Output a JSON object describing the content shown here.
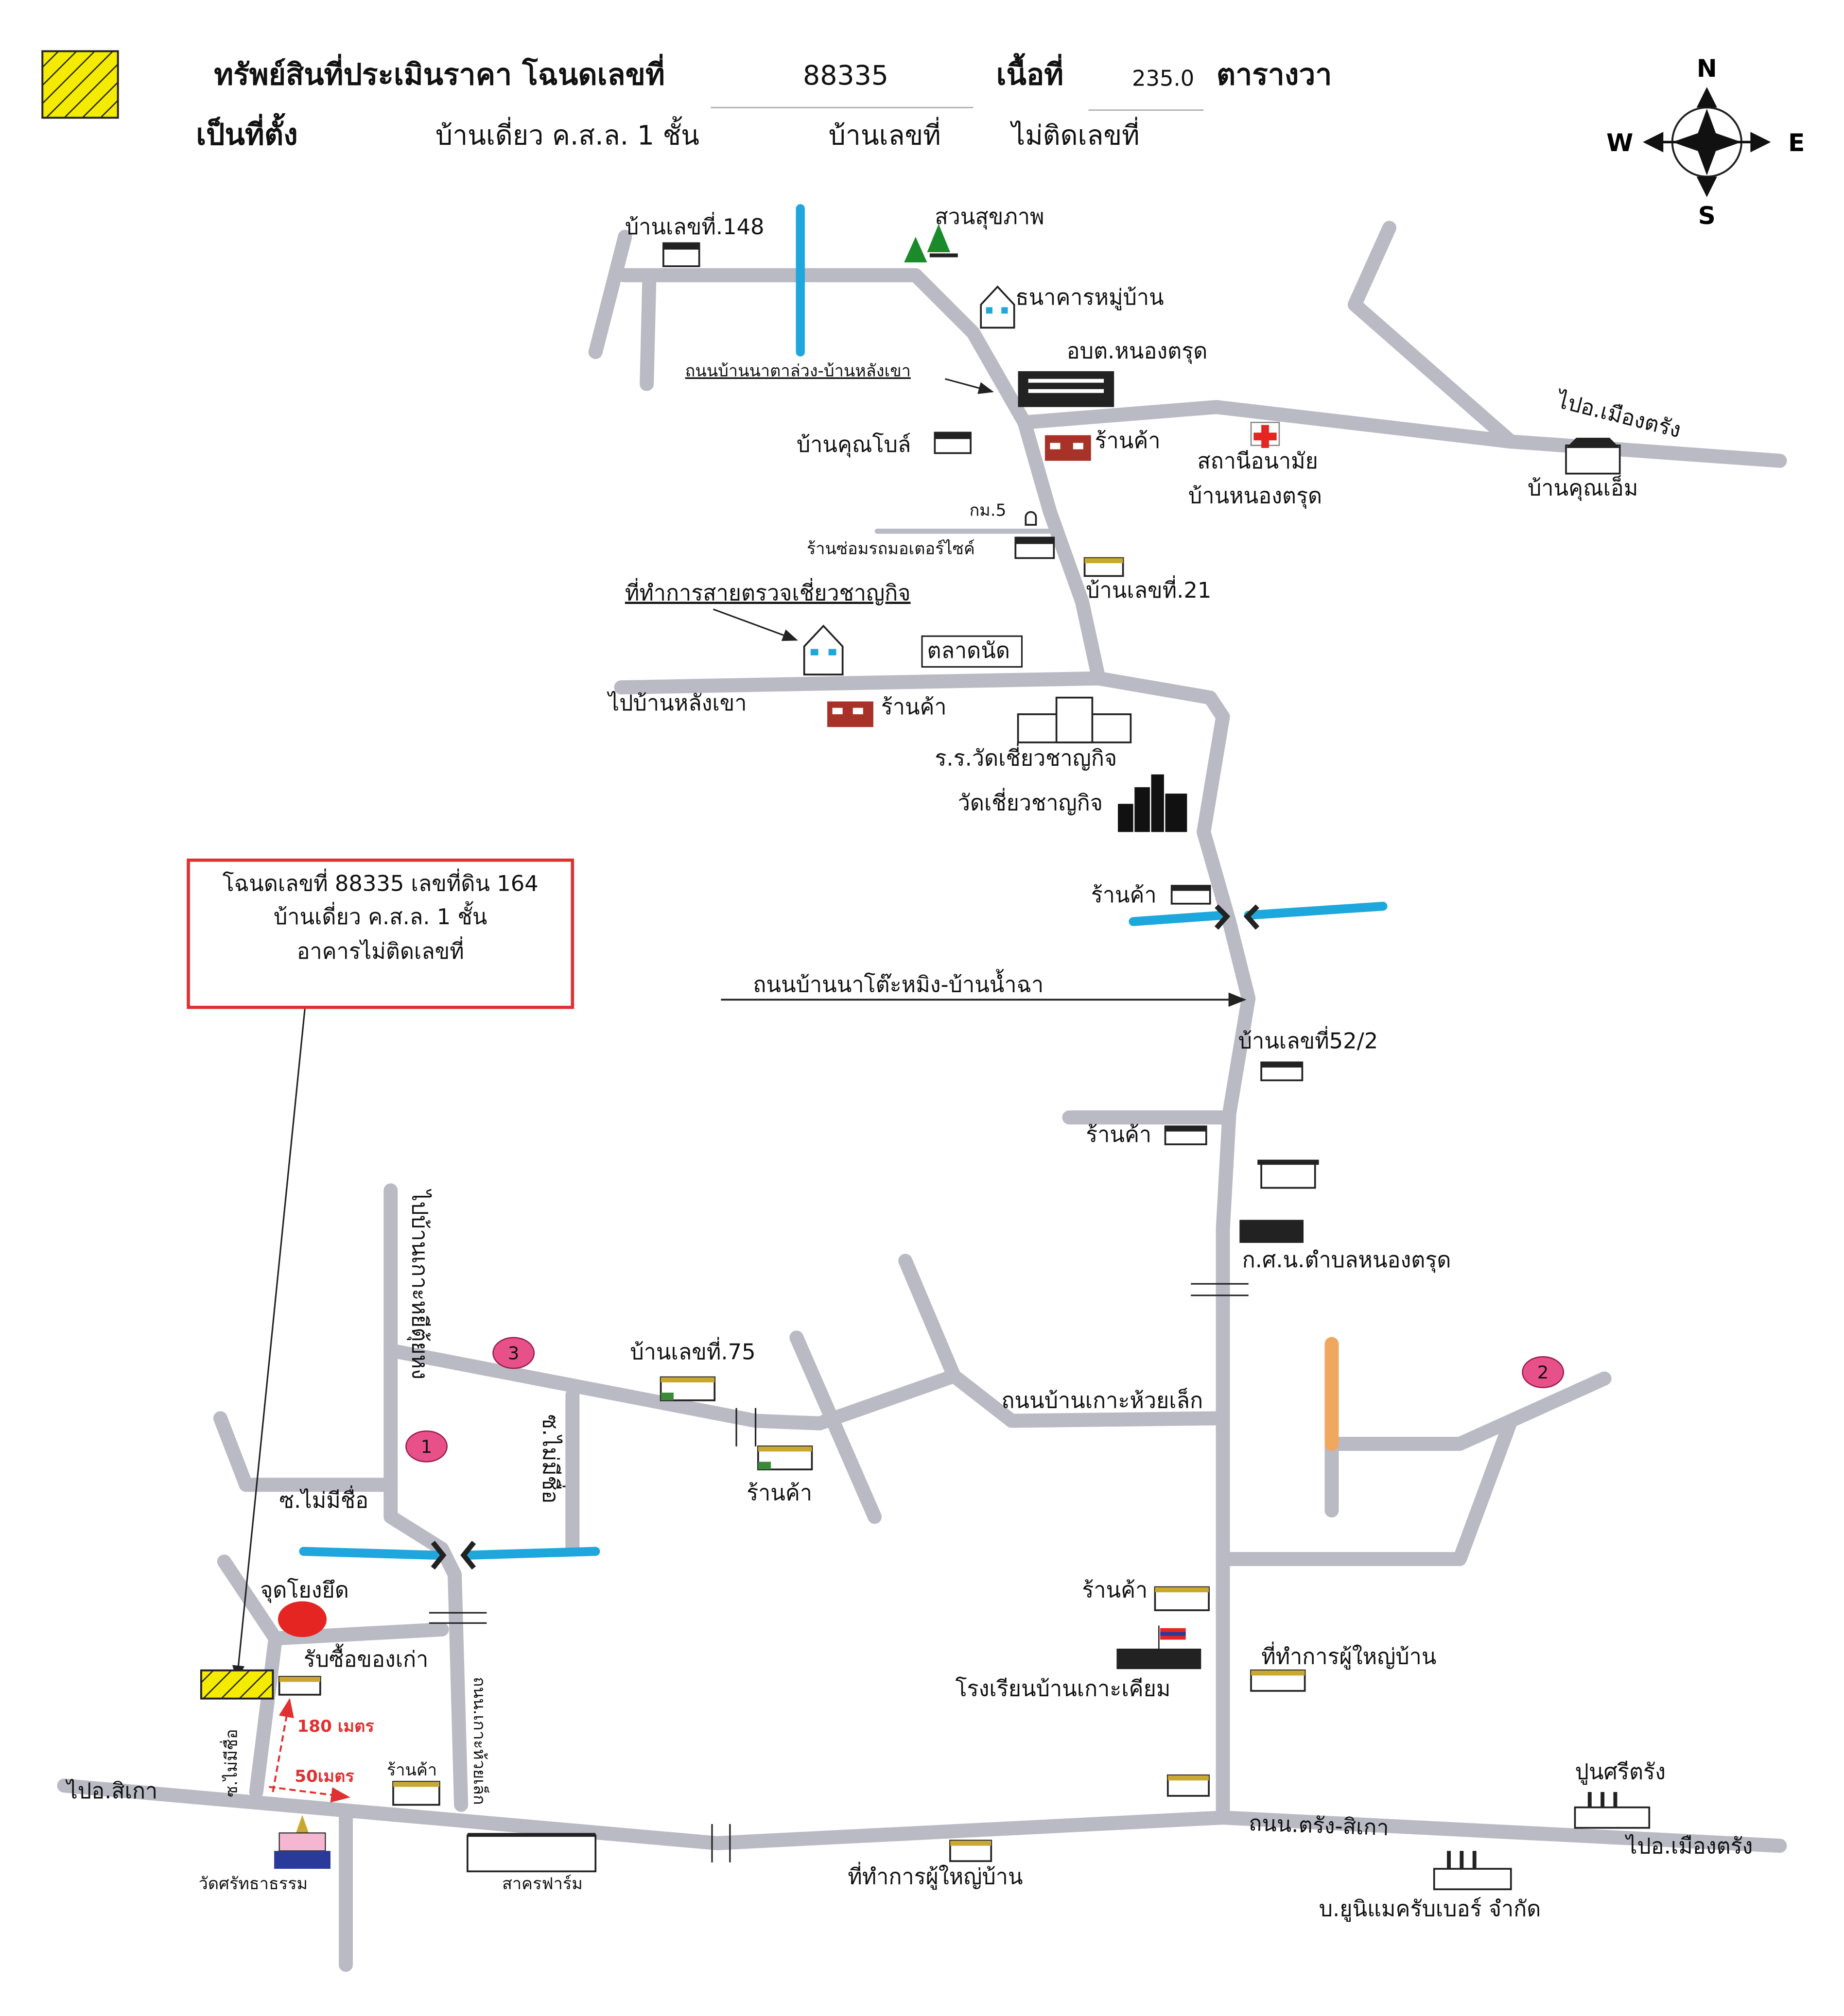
{
  "header": {
    "title": "ทรัพย์สินที่ประเมินราคา โฉนดเลขที่",
    "deed_number": "88335",
    "area_label": "เนื้อที่",
    "area_value": "235.0",
    "area_unit": "ตารางวา",
    "location_label": "เป็นที่ตั้ง",
    "building_type": "บ้านเดี่ยว ค.ส.ล. 1 ชั้น",
    "house_no_label": "บ้านเลขที่",
    "house_no_value": "ไม่ติดเลขที่"
  },
  "compass": {
    "n": "N",
    "s": "S",
    "e": "E",
    "w": "W"
  },
  "info_box": {
    "line1": "โฉนดเลขที่ 88335 เลขที่ดิน 164",
    "line2": "บ้านเดี่ยว ค.ส.ล. 1 ชั้น",
    "line3": "อาคารไม่ติดเลขที่"
  },
  "pins": [
    "1",
    "2",
    "3"
  ],
  "colors": {
    "road": "#b9bac4",
    "river": "#1ea7dc",
    "pin": "#e8508a",
    "subject": "#f5eb00",
    "anchor": "#e52521",
    "box_border": "#e03030",
    "orange_road": "#f0a860"
  },
  "map": {
    "labels": [
      "บ้านเลขที่.148",
      "สวนสุขภาพ",
      "ธนาคารหมู่บ้าน",
      "อบต.หนองตรุด",
      "ถนนบ้านนาตาล่วง-บ้านหลังเขา",
      "ไปอ.เมืองตรัง",
      "บ้านคุณโบล์",
      "ร้านค้า",
      "สถานีอนามัย",
      "บ้านหนองตรุด",
      "บ้านคุณเอ็ม",
      "กม.5",
      "ร้านซ่อมรถมอเตอร์ไซค์",
      "บ้านเลขที่.21",
      "ที่ทำการสายตรวจเชี่ยวชาญกิจ",
      "ตลาดนัด",
      "ไปบ้านหลังเขา",
      "ร้านค้า",
      "ร.ร.วัดเชี่ยวชาญกิจ",
      "วัดเชี่ยวชาญกิจ",
      "ร้านค้า",
      "ถนนบ้านนาโต๊ะหมิง-บ้านน้ำฉา",
      "บ้านเลขที่52/2",
      "ร้านค้า",
      "ก.ศ.น.ตำบลหนองตรุด",
      "ไปบ้านเกาะหยีตุ้ยหง",
      "บ้านเลขที่.75",
      "ถนนบ้านเกาะห้วยเล็ก",
      "ร้านค้า",
      "ซ.ไม่มีชื่อ",
      "ซ.ไม่มีชื่อ",
      "จุดโยงยึด",
      "รับซื้อของเก่า",
      "ร้านค้า",
      "โรงเรียนบ้านเกาะเคียม",
      "ที่ทำการผู้ใหญ่บ้าน",
      "180 เมตร",
      "50เมตร",
      "ร้านค้า",
      "ไปอ.สิเกา",
      "ซ.ไม่มีชื่อ",
      "ถนน.เกาะห้วยเล็ก",
      "วัดศรัทธาธรรม",
      "สาครฟาร์ม",
      "ที่ทำการผู้ใหญ่บ้าน",
      "ถนน.ตรัง-สิเกา",
      "ปูนศรีตรัง",
      "ไปอ.เมืองตรัง",
      "บ.ยูนิแมครับเบอร์ จำกัด"
    ]
  }
}
